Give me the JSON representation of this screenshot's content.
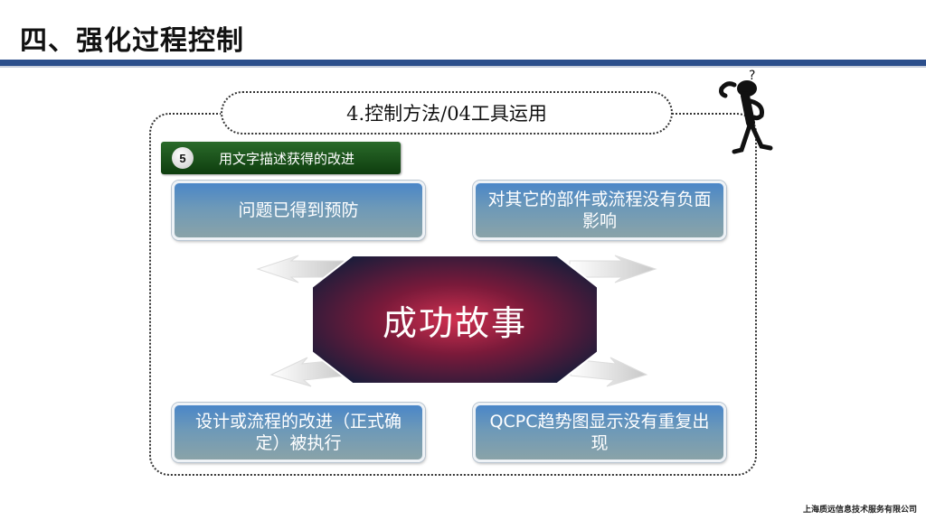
{
  "header": {
    "title": "四、强化过程控制"
  },
  "section": {
    "title": "4.控制方法/04工具运用"
  },
  "step": {
    "number": "5",
    "label": "用文字描述获得的改进"
  },
  "center": {
    "label": "成功故事"
  },
  "boxes": {
    "top_left": "问题已得到预防",
    "top_right": "对其它的部件或流程没有负面影响",
    "bottom_left": "设计或流程的改进（正式确定）被执行",
    "bottom_right": "QCPC趋势图显示没有重复出现"
  },
  "figure": {
    "mark": "?"
  },
  "footer": {
    "company": "上海质远信息技术服务有限公司"
  },
  "colors": {
    "title_bar": "#2c4f8c",
    "badge": "#1a5a1a",
    "box": "#5a8fc0",
    "center_glow": "#b02038",
    "center_bg": "#1c1c3a"
  }
}
